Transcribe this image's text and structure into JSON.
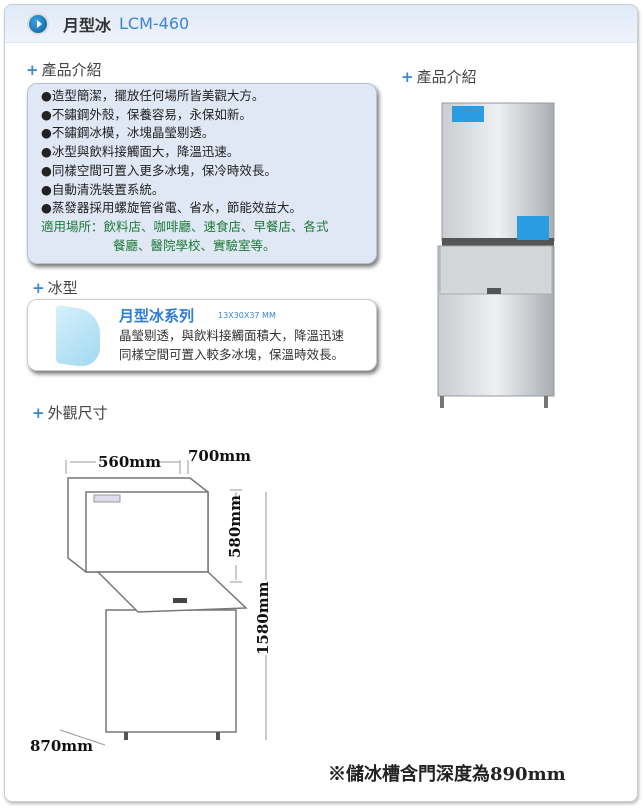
{
  "header": {
    "title": "月型冰",
    "model": "LCM-460"
  },
  "intro": {
    "heading": "產品介紹",
    "items": [
      "●造型簡潔，擺放任何場所皆美觀大方。",
      "●不鏽鋼外殼，保養容易，永保如新。",
      "●不鏽鋼冰模，冰塊晶瑩剔透。",
      "●冰型與飲料接觸面大，降溫迅速。",
      "●同樣空間可置入更多冰塊，保冷時效長。",
      "●自動清洗裝置系統。",
      "●蒸發器採用螺旋管省電、省水，節能效益大。"
    ],
    "usage_line1": "適用場所：飲料店、咖啡廳、速食店、早餐店、各式",
    "usage_line2": "餐廳、醫院學校、實驗室等。"
  },
  "ice": {
    "heading": "冰型",
    "series": "月型冰系列",
    "size": "13X30X37 MM",
    "desc1": "晶瑩剔透，與飲料接觸面積大，降溫迅速",
    "desc2": "同樣空間可置入較多冰塊，保溫時效長。"
  },
  "photo": {
    "heading": "產品介紹"
  },
  "dimensions": {
    "heading": "外觀尺寸",
    "width": "560mm",
    "depth": "700mm",
    "top_height": "580mm",
    "total_height": "1580mm",
    "bin_depth": "870mm",
    "note": "※儲冰槽含門深度為890mm"
  }
}
